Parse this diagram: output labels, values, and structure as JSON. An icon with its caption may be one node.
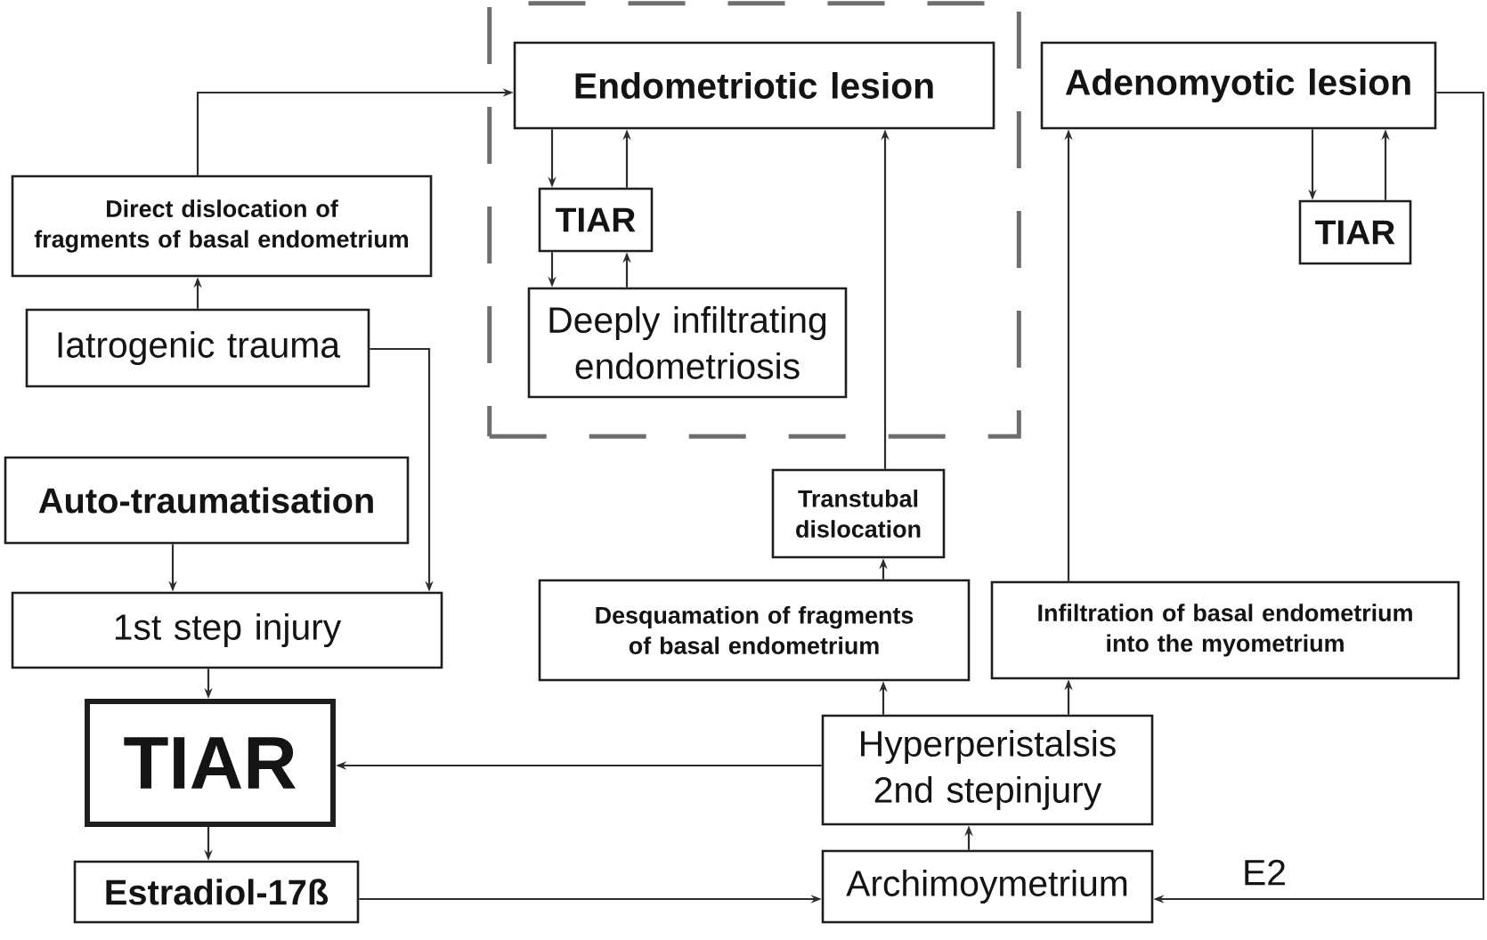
{
  "diagram": {
    "nodes": [
      {
        "text": [],
        "shape": "box"
      },
      {
        "text": [
          "Endometriotic lesion"
        ],
        "in": 0
      },
      {
        "text": [
          "TIAR"
        ],
        "in": 0
      },
      {
        "text": [
          "Deeply infiltrating endometriosis"
        ],
        "in": 0
      },
      {
        "text": [
          "Adenomyotic lesion"
        ]
      },
      {
        "text": [
          "TIAR"
        ]
      },
      {
        "text": [
          "Direct dislocation of fragments of basal endometrium"
        ]
      },
      {
        "text": [
          "Iatrogenic trauma"
        ]
      },
      {
        "text": [
          "Auto-traumatisation"
        ]
      },
      {
        "text": [
          "1st step injury"
        ]
      },
      {
        "text": [
          "TIAR"
        ]
      },
      {
        "text": [
          "Estradiol-17ß"
        ]
      },
      {
        "text": [
          "Transtubal dislocation"
        ]
      },
      {
        "text": [
          "Desquamation of fragments of basal endometrium"
        ]
      },
      {
        "text": [
          "Infiltration of basal endometrium into the myometrium"
        ]
      },
      {
        "text": [
          "Hyperperistalsis 2nd stepinjury"
        ]
      },
      {
        "text": [
          "Archimoymetrium"
        ]
      }
    ],
    "edges": [
      {
        "from": 6,
        "to": 1,
        "arrow": "to"
      },
      {
        "from": 7,
        "to": 6,
        "arrow": "to"
      },
      {
        "from": 7,
        "to": 9,
        "arrow": "to"
      },
      {
        "from": 8,
        "to": 9,
        "arrow": "to"
      },
      {
        "from": 9,
        "to": 10,
        "arrow": "to"
      },
      {
        "from": 10,
        "to": 11,
        "arrow": "to"
      },
      {
        "from": 11,
        "to": 16,
        "arrow": "to"
      },
      {
        "from": 15,
        "to": 10,
        "arrow": "to"
      },
      {
        "from": 16,
        "to": 15,
        "arrow": "to"
      },
      {
        "from": 15,
        "to": 13,
        "arrow": "to"
      },
      {
        "from": 13,
        "to": 12,
        "arrow": "to"
      },
      {
        "from": 12,
        "to": 1,
        "arrow": "to"
      },
      {
        "from": 15,
        "to": 14,
        "arrow": "to"
      },
      {
        "from": 14,
        "to": 4,
        "arrow": "to"
      },
      {
        "from": 4,
        "to": 16,
        "arrow": "to",
        "label": "E2"
      },
      {
        "from": 1,
        "to": 2,
        "arrow": "to"
      },
      {
        "from": 2,
        "to": 1,
        "arrow": "to"
      },
      {
        "from": 2,
        "to": 3,
        "arrow": "to"
      },
      {
        "from": 3,
        "to": 2,
        "arrow": "to"
      },
      {
        "from": 4,
        "to": 5,
        "arrow": "to"
      },
      {
        "from": 5,
        "to": 4,
        "arrow": "to"
      }
    ]
  }
}
